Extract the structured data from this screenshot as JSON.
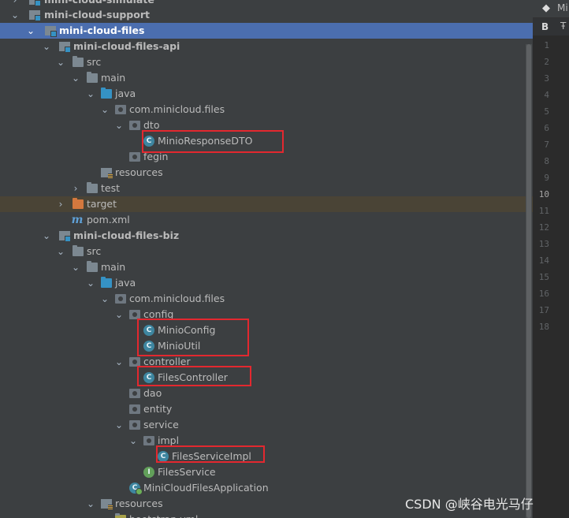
{
  "tree": [
    {
      "label": "mini-cloud-simulate",
      "icon": "module-icon",
      "chevron": "right",
      "bold": true
    },
    {
      "label": "mini-cloud-support",
      "icon": "module-icon",
      "chevron": "down",
      "bold": true
    },
    {
      "label": "mini-cloud-files",
      "icon": "module-icon",
      "chevron": "down",
      "bold": true,
      "selected": true
    },
    {
      "label": "mini-cloud-files-api",
      "icon": "module-icon",
      "chevron": "down",
      "bold": true
    },
    {
      "label": "src",
      "icon": "folder-icon",
      "chevron": "down"
    },
    {
      "label": "main",
      "icon": "folder-icon",
      "chevron": "down"
    },
    {
      "label": "java",
      "icon": "source-folder-icon",
      "chevron": "down"
    },
    {
      "label": "com.minicloud.files",
      "icon": "package-icon",
      "chevron": "down"
    },
    {
      "label": "dto",
      "icon": "package-icon",
      "chevron": "down"
    },
    {
      "label": "MinioResponseDTO",
      "icon": "class-icon"
    },
    {
      "label": "fegin",
      "icon": "package-icon"
    },
    {
      "label": "resources",
      "icon": "resources-folder-icon"
    },
    {
      "label": "test",
      "icon": "folder-icon",
      "chevron": "right"
    },
    {
      "label": "target",
      "icon": "excluded-folder-icon",
      "chevron": "right",
      "highlight": true
    },
    {
      "label": "pom.xml",
      "icon": "maven-icon"
    },
    {
      "label": "mini-cloud-files-biz",
      "icon": "module-icon",
      "chevron": "down",
      "bold": true
    },
    {
      "label": "src",
      "icon": "folder-icon",
      "chevron": "down"
    },
    {
      "label": "main",
      "icon": "folder-icon",
      "chevron": "down"
    },
    {
      "label": "java",
      "icon": "source-folder-icon",
      "chevron": "down"
    },
    {
      "label": "com.minicloud.files",
      "icon": "package-icon",
      "chevron": "down"
    },
    {
      "label": "config",
      "icon": "package-icon",
      "chevron": "down"
    },
    {
      "label": "MinioConfig",
      "icon": "class-icon"
    },
    {
      "label": "MinioUtil",
      "icon": "class-icon"
    },
    {
      "label": "controller",
      "icon": "package-icon",
      "chevron": "down"
    },
    {
      "label": "FilesController",
      "icon": "class-icon"
    },
    {
      "label": "dao",
      "icon": "package-icon"
    },
    {
      "label": "entity",
      "icon": "package-icon"
    },
    {
      "label": "service",
      "icon": "package-icon",
      "chevron": "down"
    },
    {
      "label": "impl",
      "icon": "package-icon",
      "chevron": "down"
    },
    {
      "label": "FilesServiceImpl",
      "icon": "class-icon"
    },
    {
      "label": "FilesService",
      "icon": "interface-icon"
    },
    {
      "label": "MiniCloudFilesApplication",
      "icon": "spring-boot-class-icon"
    },
    {
      "label": "resources",
      "icon": "resources-folder-icon",
      "chevron": "down"
    },
    {
      "label": "bootstrap.yml",
      "icon": "yaml-file-icon"
    }
  ],
  "editor": {
    "tab_label": "Mi",
    "toolbar_bold": "B",
    "toolbar_strike": "Ŧ",
    "line_numbers": [
      "1",
      "2",
      "3",
      "4",
      "5",
      "6",
      "7",
      "8",
      "9",
      "10",
      "11",
      "12",
      "13",
      "14",
      "15",
      "16",
      "17",
      "18"
    ],
    "current_line": "10"
  },
  "watermark": "CSDN @峡谷电光马仔",
  "colors": {
    "tree_background": "#3c3f41",
    "selection": "#4b6eaf",
    "annotation_box": "#e3282f",
    "highlight_row": "#4a4436"
  }
}
